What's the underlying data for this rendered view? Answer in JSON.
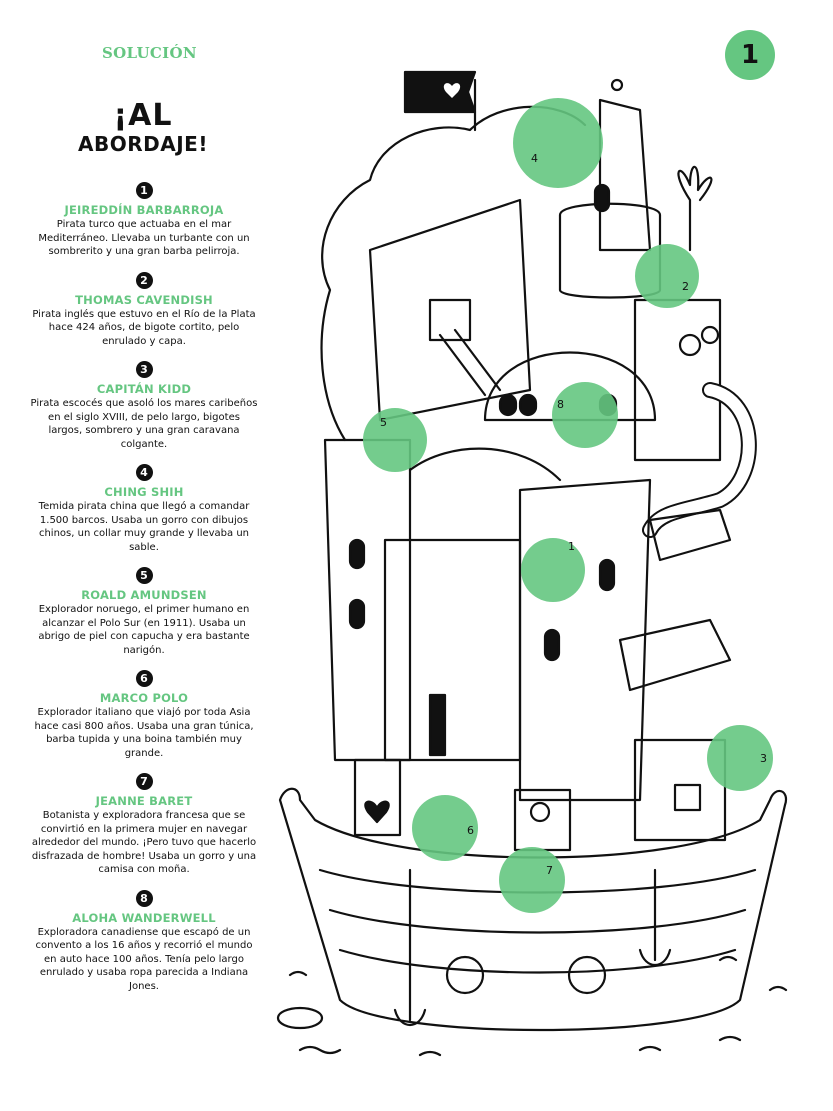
{
  "header": {
    "solucion": "SOLUCIÓN",
    "page_number": "1",
    "title_line1": "¡AL",
    "title_line2": "ABORDAJE!"
  },
  "colors": {
    "accent": "#65C681",
    "text": "#111111",
    "background": "#FFFFFF"
  },
  "entries": [
    {
      "number": "1",
      "name": "JEIREDDÍN BARBARROJA",
      "description": "Pirata turco que actuaba en el mar Mediterráneo. Llevaba un turbante con un sombrerito y una gran barba pelirroja."
    },
    {
      "number": "2",
      "name": "THOMAS CAVENDISH",
      "description": "Pirata inglés que estuvo en el Río de la Plata hace 424 años, de bigote cortito, pelo enrulado y capa."
    },
    {
      "number": "3",
      "name": "CAPITÁN KIDD",
      "description": "Pirata escocés que asoló los mares caribeños en el siglo XVIII, de pelo largo, bigotes largos, sombrero y una gran caravana colgante."
    },
    {
      "number": "4",
      "name": "CHING SHIH",
      "description": "Temida pirata china que llegó a comandar 1.500 barcos. Usaba un gorro con dibujos chinos, un collar muy grande y llevaba un sable."
    },
    {
      "number": "5",
      "name": "ROALD AMUNDSEN",
      "description": "Explorador noruego, el primer humano en alcanzar el Polo Sur (en 1911). Usaba un abrigo de piel con capucha y era bastante narigón."
    },
    {
      "number": "6",
      "name": "MARCO POLO",
      "description": "Explorador italiano que viajó por toda Asia hace casi 800 años. Usaba una gran túnica, barba tupida y una boina también muy grande."
    },
    {
      "number": "7",
      "name": "JEANNE BARET",
      "description": "Botanista y exploradora francesa que se convirtió en la primera mujer en navegar alrededor del mundo. ¡Pero tuvo que hacerlo disfrazada de hombre! Usaba un gorro y una camisa con moña."
    },
    {
      "number": "8",
      "name": "ALOHA WANDERWELL",
      "description": "Exploradora canadiense que escapó de un convento a los 16 años y recorrió el mundo en auto hace 100 años. Tenía pelo largo enrulado y usaba ropa parecida a Indiana Jones."
    }
  ],
  "markers": [
    {
      "label": "1"
    },
    {
      "label": "2"
    },
    {
      "label": "3"
    },
    {
      "label": "4"
    },
    {
      "label": "5"
    },
    {
      "label": "6"
    },
    {
      "label": "7"
    },
    {
      "label": "8"
    }
  ]
}
